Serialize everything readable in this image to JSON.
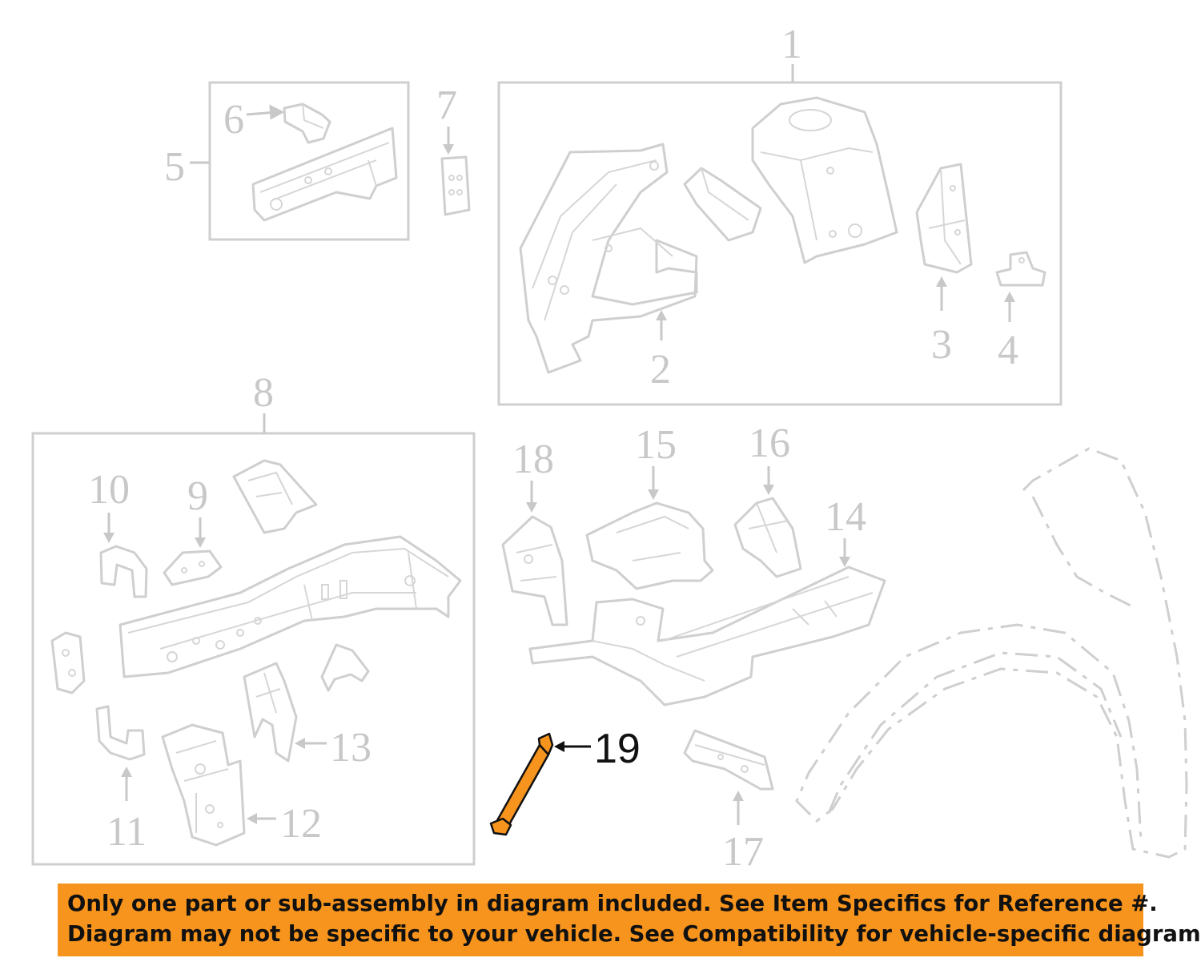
{
  "callouts": {
    "c1": "1",
    "c2": "2",
    "c3": "3",
    "c4": "4",
    "c5": "5",
    "c6": "6",
    "c7": "7",
    "c8": "8",
    "c9": "9",
    "c10": "10",
    "c11": "11",
    "c12": "12",
    "c13": "13",
    "c14": "14",
    "c15": "15",
    "c16": "16",
    "c17": "17",
    "c18": "18",
    "c19": "19"
  },
  "highlight": {
    "part_number": "19",
    "color": "#f7941d"
  },
  "banner": {
    "line1": "Only one part or sub-assembly in diagram included. See Item Specifics for Reference #.",
    "line2": "Diagram may not be specific to your vehicle. See Compatibility for vehicle-specific diagrams.",
    "background": "#f7941d"
  }
}
